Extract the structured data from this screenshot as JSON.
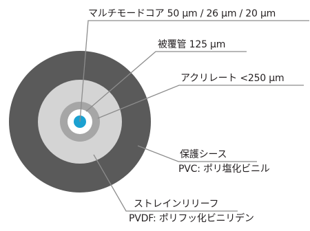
{
  "labels": {
    "core": "マルチモードコア 50 µm / 26 µm / 20 µm",
    "cladding": "被覆管 125 µm",
    "coating": "アクリレート <250 µm",
    "jacket_name": "保護シース",
    "jacket_material": "PVC: ポリ塩化ビニル",
    "buffer_name": "ストレインリリーフ",
    "buffer_material": "PVDF: ポリフッ化ビニリデン"
  },
  "colors": {
    "jacket": "#5a5a5a",
    "buffer": "#d4d4d4",
    "coating": "#a6a6a6",
    "cladding": "#ffffff",
    "core": "#1ba1d1",
    "leader": "#8c8c8c",
    "text": "#231f20"
  }
}
